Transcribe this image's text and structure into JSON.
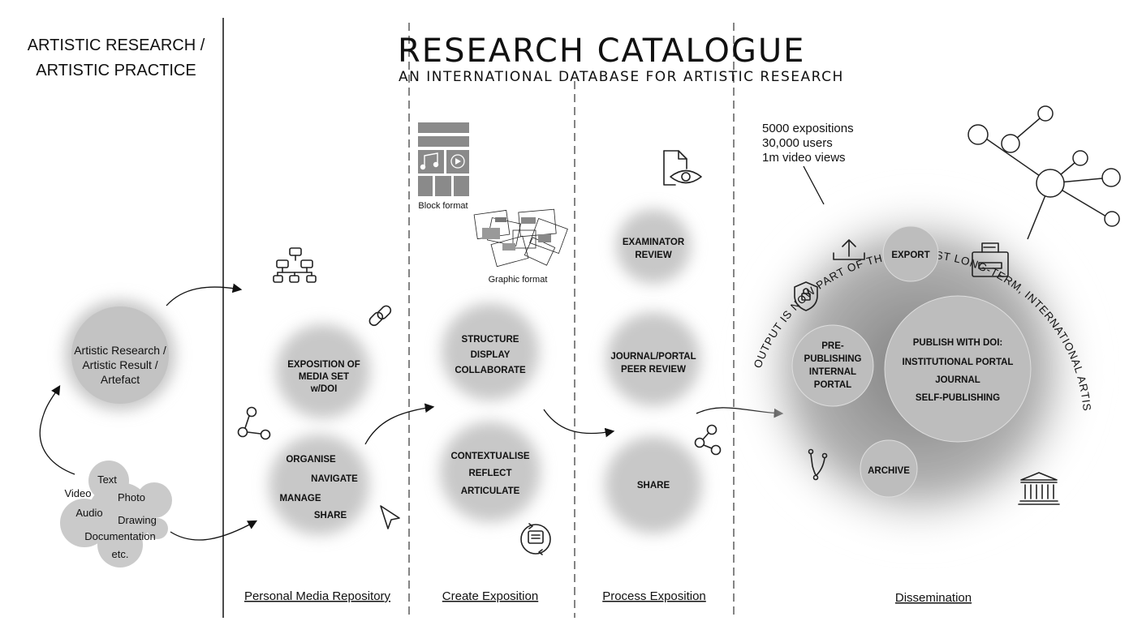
{
  "title": "RESEARCH CATALOGUE",
  "subtitle": "AN INTERNATIONAL DATABASE FOR ARTISTIC RESEARCH",
  "left_heading": {
    "line1": "ARTISTIC RESEARCH /",
    "line2": "ARTISTIC PRACTICE"
  },
  "artefact_circle": {
    "line1": "Artistic Research /",
    "line2": "Artistic Result /",
    "line3": "Artefact"
  },
  "media_types": {
    "text": "Text",
    "video": "Video",
    "photo": "Photo",
    "audio": "Audio",
    "drawing": "Drawing",
    "documentation": "Documentation",
    "etc": "etc."
  },
  "sections": {
    "personal": "Personal Media Repository",
    "create": "Create Exposition",
    "process": "Process Exposition",
    "dissemination": "Dissemination"
  },
  "personal": {
    "exposition": {
      "line1": "EXPOSITION OF",
      "line2": "MEDIA SET",
      "line3": "w/DOI"
    },
    "organise": "ORGANISE",
    "navigate": "NAVIGATE",
    "manage": "MANAGE",
    "share": "SHARE"
  },
  "create": {
    "block_format": "Block format",
    "graphic_format": "Graphic format",
    "structure": "STRUCTURE",
    "display": "DISPLAY",
    "collaborate": "COLLABORATE",
    "contextualise": "CONTEXTUALISE",
    "reflect": "REFLECT",
    "articulate": "ARTICULATE"
  },
  "process": {
    "examiner": {
      "line1": "EXAMINATOR",
      "line2": "REVIEW"
    },
    "journal": {
      "line1": "JOURNAL/PORTAL",
      "line2": "PEER REVIEW"
    },
    "share": "SHARE"
  },
  "dissemination": {
    "stats": {
      "line1": "5000 expositions",
      "line2": "30,000 users",
      "line3": "1m video views"
    },
    "arc_text": "OUTPUT IS NOW PART OF THE LARGEST LONG-TERM, INTERNATIONAL ARTISTIC RESEARCH REPOSITORY",
    "export": "EXPORT",
    "prepublishing": {
      "line1": "PRE-",
      "line2": "PUBLISHING",
      "line3": "INTERNAL",
      "line4": "PORTAL"
    },
    "publish": {
      "line1": "PUBLISH WITH DOI:",
      "line2": "INSTITUTIONAL PORTAL",
      "line3": "JOURNAL",
      "line4": "SELF-PUBLISHING"
    },
    "archive": "ARCHIVE"
  },
  "icons": [
    "hierarchy-icon",
    "link-icon",
    "share-icon",
    "cursor-icon",
    "music-note-icon",
    "play-icon",
    "chat-icon",
    "document-eye-icon",
    "upload-icon",
    "shield-lock-icon",
    "printer-icon",
    "git-branch-icon",
    "institution-icon",
    "network-icon"
  ],
  "colors": {
    "circle_fill": "#c6c6c6",
    "background": "#ffffff",
    "line": "#111111",
    "format_block": "#8a8a8a"
  }
}
